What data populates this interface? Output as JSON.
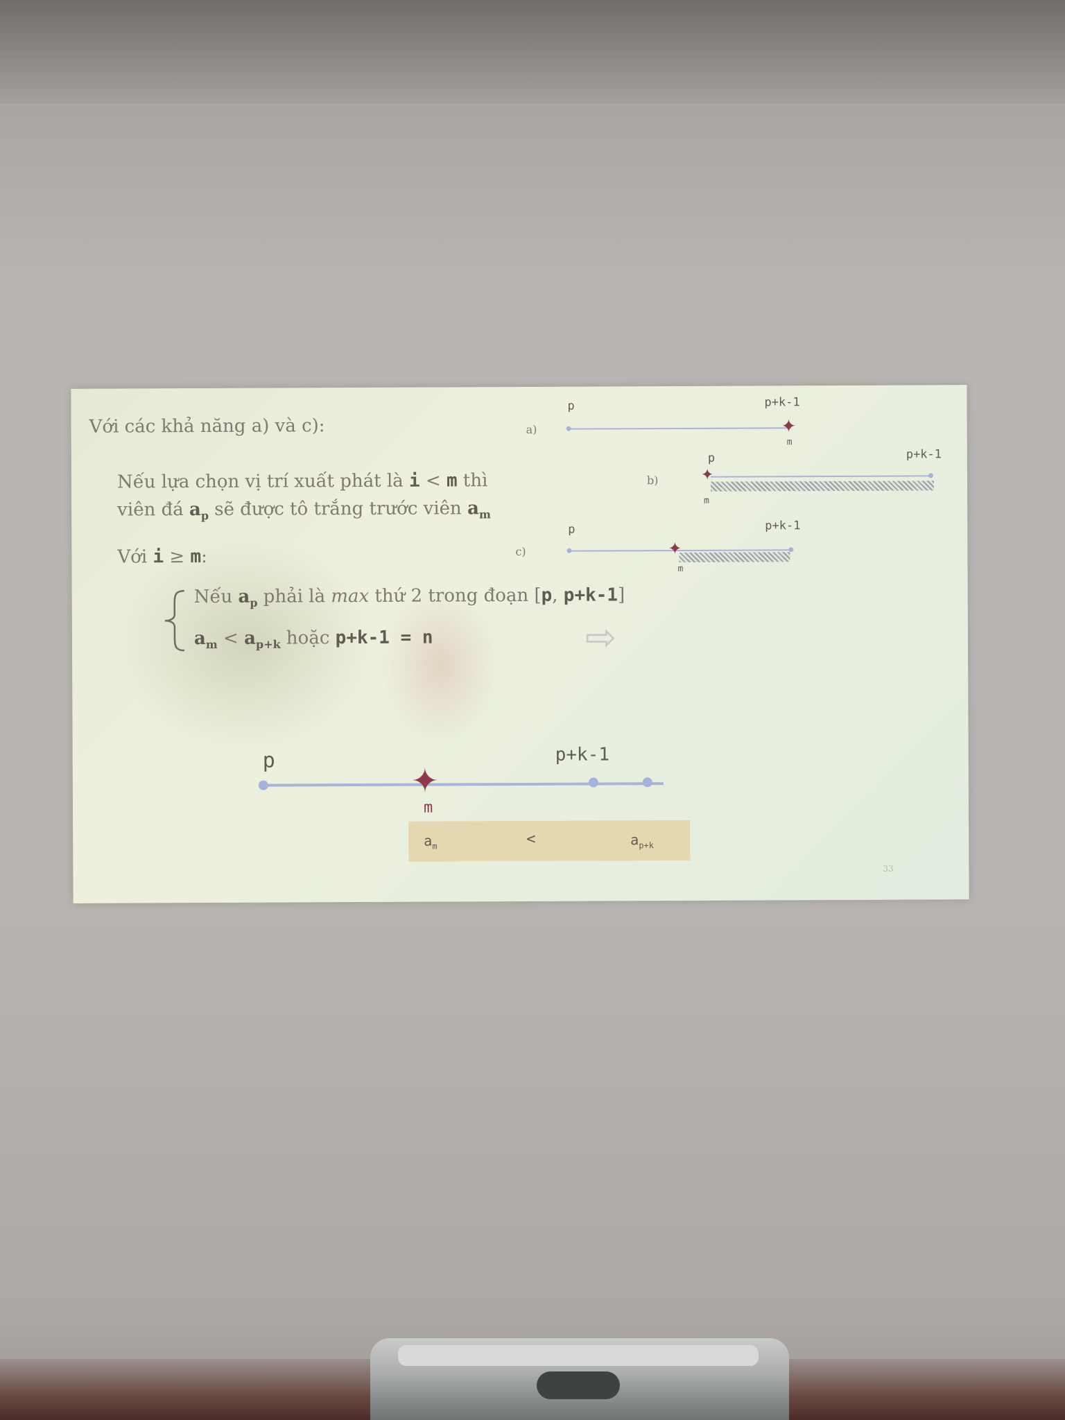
{
  "slide": {
    "heading": "Với các khả năng a) và c):",
    "line1_a": "Nếu lựa chọn  vị trí xuất phát là ",
    "line1_code_i": "i",
    "line1_lt": " < ",
    "line1_code_m": "m",
    "line1_b": " thì",
    "line2_a": "viên đá ",
    "line2_ap": "a",
    "line2_p": "p",
    "line2_b": " sẽ được tô trắng trước viên ",
    "line2_am": "a",
    "line2_m": "m",
    "line3_a": "Với ",
    "line3_i": "i",
    "line3_ge": " ≥ ",
    "line3_m": "m",
    "line3_colon": ":",
    "cond1_a": "Nếu ",
    "cond1_ap": "a",
    "cond1_p": "p",
    "cond1_b": " phải là ",
    "cond1_max": "max",
    "cond1_c": " thứ 2 trong đoạn [",
    "cond1_p2": "p",
    "cond1_comma": ", ",
    "cond1_range_end": "p+k-1",
    "cond1_close": "]",
    "cond2_am": "a",
    "cond2_m": "m",
    "cond2_lt": " < ",
    "cond2_a": "a",
    "cond2_pk": "p+k",
    "cond2_or": " hoặc ",
    "cond2_expr": "p+k-1 = n",
    "arrow": "⇨"
  },
  "diagrams": {
    "a": {
      "tag": "a)",
      "start": "p",
      "end": "p+k-1",
      "mark": "m"
    },
    "b": {
      "tag": "b)",
      "start": "p",
      "end": "p+k-1",
      "mark": "m"
    },
    "c": {
      "tag": "c)",
      "start": "p",
      "end": "p+k-1",
      "mark": "m"
    }
  },
  "bottom": {
    "start": "p",
    "end": "p+k-1",
    "mark": "m",
    "left_val": "a",
    "left_sub": "m",
    "op": "<",
    "right_val": "a",
    "right_sub": "p+k"
  },
  "page_number": "33"
}
